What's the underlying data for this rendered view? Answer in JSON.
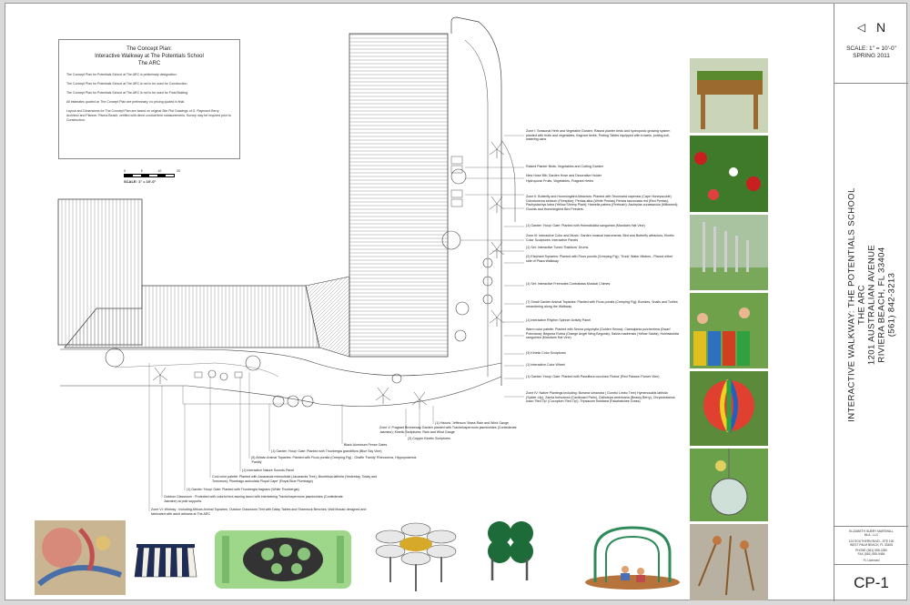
{
  "notes": {
    "title_lines": [
      "The Concept Plan:",
      "Interactive Walkway at The Potentials School",
      "The ARC"
    ],
    "paragraphs": [
      "The Concept Plan for Potentials School at The ARC is preliminary designation.",
      "The Concept Plan for Potentials School at The ARC is not to be used for Construction.",
      "The Concept Plan for Potentials School at The ARC is not to be used for Final Bidding.",
      "All estimates quoted on The Concept Plan are preliminary; no pricing quoted is final.",
      "Layout and Dimensions for The Concept Plan are based on original Site Plot Drawings of G. Raymond Berry Architect and Planner. Rivera Beach; verified with direct conduit field measurements. Survey may be required prior to Construction."
    ]
  },
  "scale_bar": {
    "ticks": [
      "0",
      "5",
      "10",
      "20"
    ],
    "label": "SCALE: 1\" = 10'-0\""
  },
  "callouts_right": [
    "Zone I: Seasonal Herb and Vegetable Garden: Raised planter beds and hydroponic growing system planted with fruits and vegetables, fragrant herbs, Potting Tables equipped with trowels, potting soil, watering cans.",
    "Raised Planter Beds: Vegetables and Cutting Garden",
    "New Hose Bib; Garden Hose and Decorative Holder",
    "Hydroponic Fruits, Vegetables, Fragrant Herbs",
    "Zone II: Butterfly and Hummingbird Attractors: Planted with Tecomaria capensis (Cape Honeysuckle) Odontonema strictum (Firespike); Pentas alba (White Pentas) Pentas lanceolata red (Red Pentas); Pachystachys lutea (Yellow Shrimp Plant); Hamelia patens (Firebush); Asclepias curassavica (Milkweed); Gourds and Hummingbird Bird Feeders.",
    "(1) Garden 'Hoop' Gate: Planted with Holmskioldia sanguinea (Mandarin Hat Vine)",
    "Zone III: Interactive Color and Music: Garden musical instruments; Bird and Butterfly attractors; Kinetic Color Sculptures; Interactive Panels",
    "(1) Set: Interactive Tuned 'Rainbow' Drums.",
    "(2) Elephant Topiaries: Planted with Ficus pumila (Creeping Fig); 'Trunk' Water Misters - Placed either side of Plaza Walkway",
    "(1) Set: Interactive Freenotes Contrabass Musical Chimes",
    "(7) Small Garden Animal Topiaries: Planted with Ficus pumila (Creeping Fig); Bunnies, Snails and Turtles meandering along the Walkway",
    "(1) Interactive Rhythm Spinner Activity Panel",
    "Warm color palette: Planted with Senna polyphylla (Golden Senna); Caesalpinia pulcherrima (Dwarf Poinciana); Begonia Rubra (Orange Angel Wing Begonia); Salvia madrensis (Yellow Salvia); Holmskioldia sanguinea (Mandarin Hat Vine)",
    "(3) Kinetic Color Sculptures",
    "(1) Interactive Color Wheel",
    "(1) Garden 'Hoop' Gate: Planted with Passiflora coccinea 'Rubra' (Red Passion Flower Vine)",
    "Zone IV: Native Plantings including: Bursera simaruba ( Gumbo Limbo Tree) Hymenocallis latifolia (Spider Lily), Zamia furfuracea (Cardboard Palm), Callicarpa americana (Beauty Berry), Chrysobalanus icaco 'Red Tip' (Cocoplum 'Red Tip'), Tripsacum floridana (Fakahatchee Grass)"
  ],
  "callouts_left": [
    "(1) Historic 'Jefferson' Brass Rain and Wind Gauge",
    "Zone V: Fragrant Breezeway Garden planted with Trachelospermum jasminoides (Confederate Jasmine); Kinetic Sculptures; Rain and Wind Gauge",
    "(3) Copper Kinetic Sculptures",
    "Black Aluminum Fence Gates",
    "(1) Garden 'Hoop' Gate: Planted with Thunbergia grandiflora (Blue Sky Vine)",
    "(5) African Animal Topiaries: Planted with Ficus pumila (Creeping Fig) - Giraffe 'Family' Rhinoceros, Hippopotamus 'Family'",
    "(1) Interactive Nature Sounds Panel",
    "Cool color palette: Planted with Jacaranda mimosifolia (Jacaranda Tree), Brunfelsia latifolia (Yesterday, Today and Tomorrow); Plumbago auriculata 'Royal Cape' (Royal Blue Plumbago)",
    "(1) Garden 'Hoop' Gate: Planted with Thunbergia fragrans (White Thunbergia)",
    "Outdoor Classroom : Protected with colorful tent awning laced with intertwining Trachelospermum jasminoides (Confederate Jasmine) at pole supports.",
    "Zone VI: Whimsy : Including African Animal Topiaries, Outdoor Classroom Tent with Daisy Tables and Shamrock Benches; Wall Mosaic designed and fabricated with adult artisans at The ARC"
  ],
  "title_block": {
    "north_arrow": "N",
    "scale": "SCALE: 1\" = 10'-0\"",
    "date": "SPRING 2011",
    "project_lines": [
      "INTERACTIVE WALKWAY: THE POTENTIALS SCHOOL",
      "THE ARC",
      "1201 AUSTRALIAN AVENUE",
      "RIVIERA BEACH, FL 33404",
      "(561) 842-3213"
    ],
    "firm_lines": [
      "ELIZABETH SUBRY MARSHALL",
      "MLA - LLC",
      "",
      "124 SOUTHERN BLVD., STE 100",
      "WEST PALM BEACH, FL 33405",
      "",
      "PHONE (561) 555-2280",
      "FAX (561) 555-9484",
      "",
      "FL Licensed"
    ],
    "sheet_number": "CP-1"
  },
  "colors": {
    "line": "#444444",
    "border": "#888888",
    "paper": "#ffffff",
    "grass": "#3f7a2a",
    "mosaic": "#c97a6a"
  }
}
